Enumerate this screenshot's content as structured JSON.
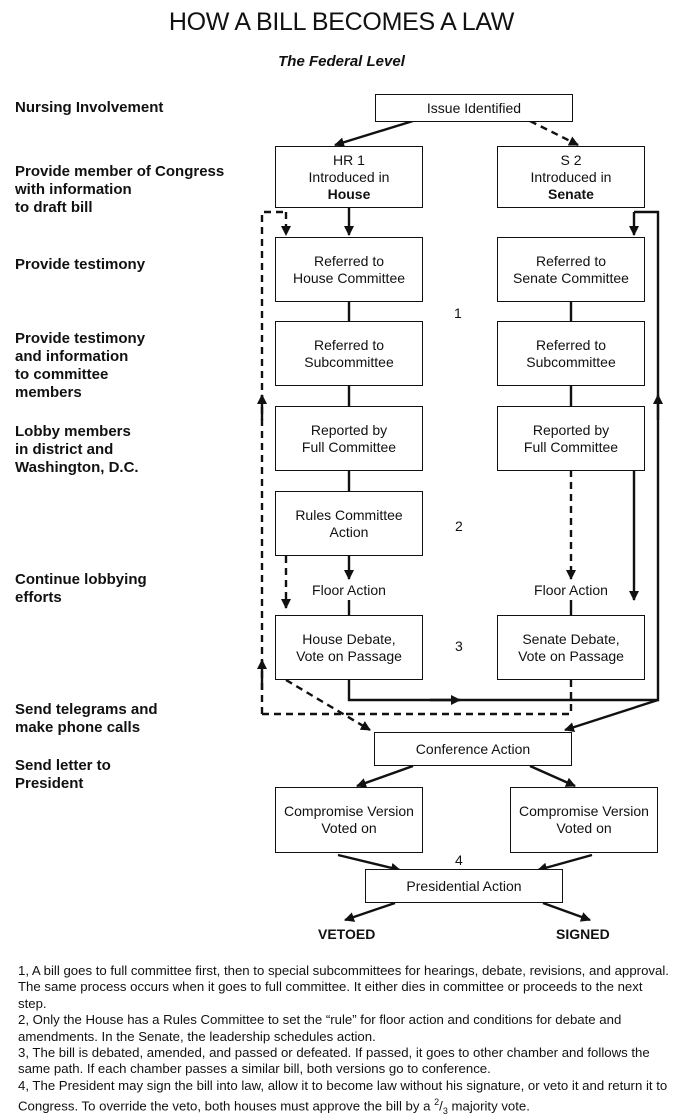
{
  "title": "HOW A BILL BECOMES A LAW",
  "subtitle": "The Federal Level",
  "left_labels": [
    "Nursing Involvement",
    "Provide member of Congress\nwith information\nto draft bill",
    "Provide testimony",
    "Provide testimony\nand information\nto committee\nmembers",
    "Lobby members\nin district and\nWashington, D.C.",
    "Continue lobbying\nefforts",
    "Send telegrams and\nmake phone calls",
    "Send letter to\nPresident"
  ],
  "boxes": {
    "issue": "Issue Identified",
    "hr1_line1": "HR 1",
    "hr1_line2": "Introduced in",
    "hr1_line3": "House",
    "s2_line1": "S 2",
    "s2_line2": "Introduced in",
    "s2_line3": "Senate",
    "house_committee": [
      "Referred to",
      "House Committee"
    ],
    "senate_committee": [
      "Referred to",
      "Senate Committee"
    ],
    "house_sub": [
      "Referred to",
      "Subcommittee"
    ],
    "senate_sub": [
      "Referred to",
      "Subcommittee"
    ],
    "house_full": [
      "Reported by",
      "Full Committee"
    ],
    "senate_full": [
      "Reported by",
      "Full Committee"
    ],
    "rules": [
      "Rules Committee",
      "Action"
    ],
    "house_debate": [
      "House Debate,",
      "Vote on Passage"
    ],
    "senate_debate": [
      "Senate Debate,",
      "Vote on Passage"
    ],
    "conference": "Conference Action",
    "compromise_left": [
      "Compromise Version",
      "Voted on"
    ],
    "compromise_right": [
      "Compromise Version",
      "Voted on"
    ],
    "presidential": "Presidential Action"
  },
  "floor_action_left": "Floor Action",
  "floor_action_right": "Floor Action",
  "step_numbers": [
    "1",
    "2",
    "3",
    "4"
  ],
  "outcomes": {
    "vetoed": "VETOED",
    "signed": "SIGNED"
  },
  "notes": [
    "1, A bill goes to full committee first, then to special subcommittees for hearings, debate, revisions, and approval. The same process occurs when it goes to full committee. It either dies in committee or proceeds to the next step.",
    "2, Only the House has a Rules Committee to set the “rule” for floor action and conditions for debate and amendments. In the Senate, the leadership schedules action.",
    "3, The bill is debated, amended, and passed or defeated. If passed, it goes to other chamber and follows the same path. If each chamber passes a similar bill, both versions go to conference.",
    "4, The President may sign the bill into law, allow it to become law without his signature, or veto it and return it to Congress. To override the veto, both houses must approve the bill by a"
  ],
  "note4_fraction_num": "2",
  "note4_fraction_den": "3",
  "note4_tail": " majority vote."
}
